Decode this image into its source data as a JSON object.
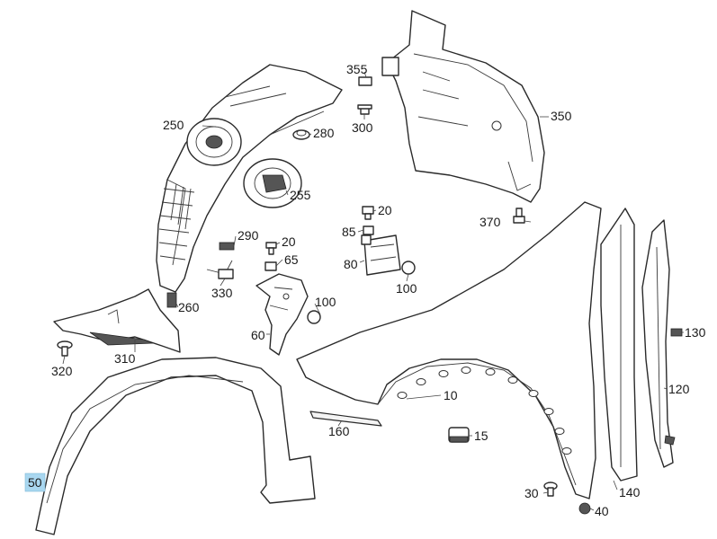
{
  "diagram": {
    "highlight_color": "#a9d7f0",
    "line_color": "#2a2a2a",
    "labels": [
      {
        "id": "l355",
        "text": "355"
      },
      {
        "id": "l250",
        "text": "250"
      },
      {
        "id": "l280",
        "text": "280"
      },
      {
        "id": "l300",
        "text": "300"
      },
      {
        "id": "l350",
        "text": "350"
      },
      {
        "id": "l255",
        "text": "255"
      },
      {
        "id": "l20a",
        "text": "20"
      },
      {
        "id": "l370",
        "text": "370"
      },
      {
        "id": "l85",
        "text": "85"
      },
      {
        "id": "l290",
        "text": "290"
      },
      {
        "id": "l20b",
        "text": "20"
      },
      {
        "id": "l65",
        "text": "65"
      },
      {
        "id": "l80",
        "text": "80"
      },
      {
        "id": "l100a",
        "text": "100"
      },
      {
        "id": "l330",
        "text": "330"
      },
      {
        "id": "l260",
        "text": "260"
      },
      {
        "id": "l100b",
        "text": "100"
      },
      {
        "id": "l60",
        "text": "60"
      },
      {
        "id": "l130",
        "text": "130"
      },
      {
        "id": "l320",
        "text": "320"
      },
      {
        "id": "l310",
        "text": "310"
      },
      {
        "id": "l10",
        "text": "10"
      },
      {
        "id": "l120",
        "text": "120"
      },
      {
        "id": "l15",
        "text": "15"
      },
      {
        "id": "l160",
        "text": "160"
      },
      {
        "id": "l50",
        "text": "50"
      },
      {
        "id": "l30",
        "text": "30"
      },
      {
        "id": "l140",
        "text": "140"
      },
      {
        "id": "l40",
        "text": "40"
      }
    ]
  }
}
